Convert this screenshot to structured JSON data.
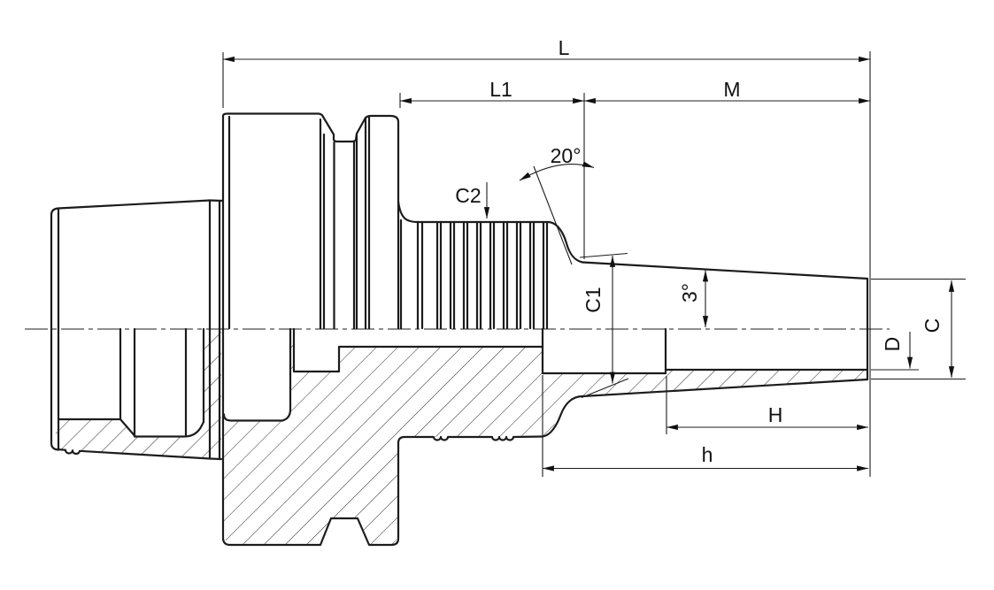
{
  "drawing": {
    "type": "technical-section-drawing",
    "subject": "shrink-fit tool holder with taper shank, half-section view",
    "background_color": "#ffffff",
    "line_color": "#1c1c1c",
    "hatch_angle_deg": 45,
    "labels": {
      "overall_length": "L",
      "body_length": "L1",
      "taper_length": "M",
      "neck_angle": "20°",
      "body_diameter": "C2",
      "taper_large_diameter": "C1",
      "taper_angle": "3°",
      "bore_diameter": "D",
      "tip_diameter": "C",
      "clamping_depth": "H",
      "nose_length": "h"
    }
  }
}
